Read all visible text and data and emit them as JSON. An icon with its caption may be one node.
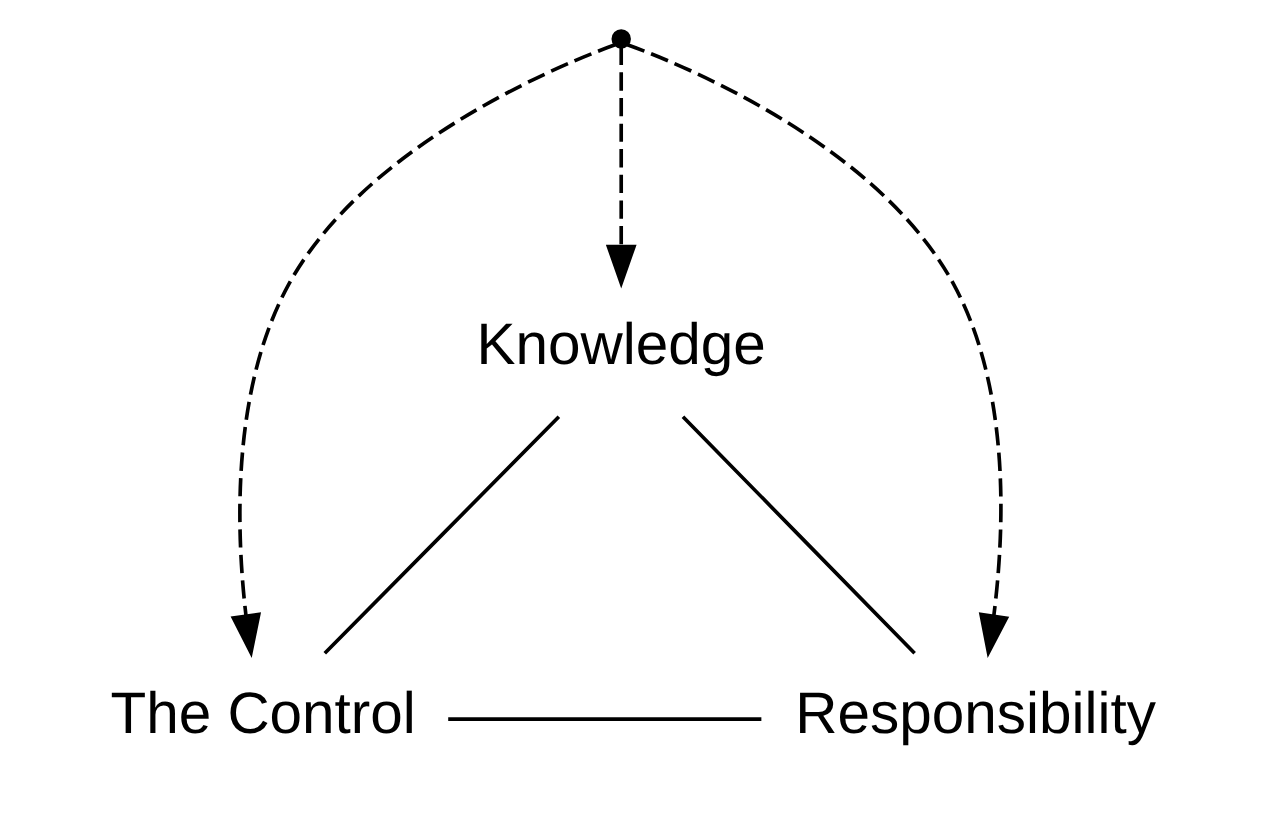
{
  "diagram": {
    "nodes": [
      {
        "text": [
          "Knowledge"
        ]
      },
      {
        "text": [
          "The Control"
        ]
      },
      {
        "text": [
          "Responsibility"
        ]
      },
      {
        "text": [],
        "shape": "point"
      }
    ],
    "edges": [
      {
        "from": 0,
        "to": 1,
        "arrow": "none"
      },
      {
        "from": 1,
        "to": 2,
        "arrow": "none"
      },
      {
        "from": 2,
        "to": 0,
        "arrow": "none"
      },
      {
        "from": 3,
        "to": 0,
        "arrow": "to",
        "style": "dashed"
      },
      {
        "from": 3,
        "to": 1,
        "arrow": "to",
        "style": "dashed"
      },
      {
        "from": 3,
        "to": 2,
        "arrow": "to",
        "style": "dashed"
      }
    ]
  }
}
